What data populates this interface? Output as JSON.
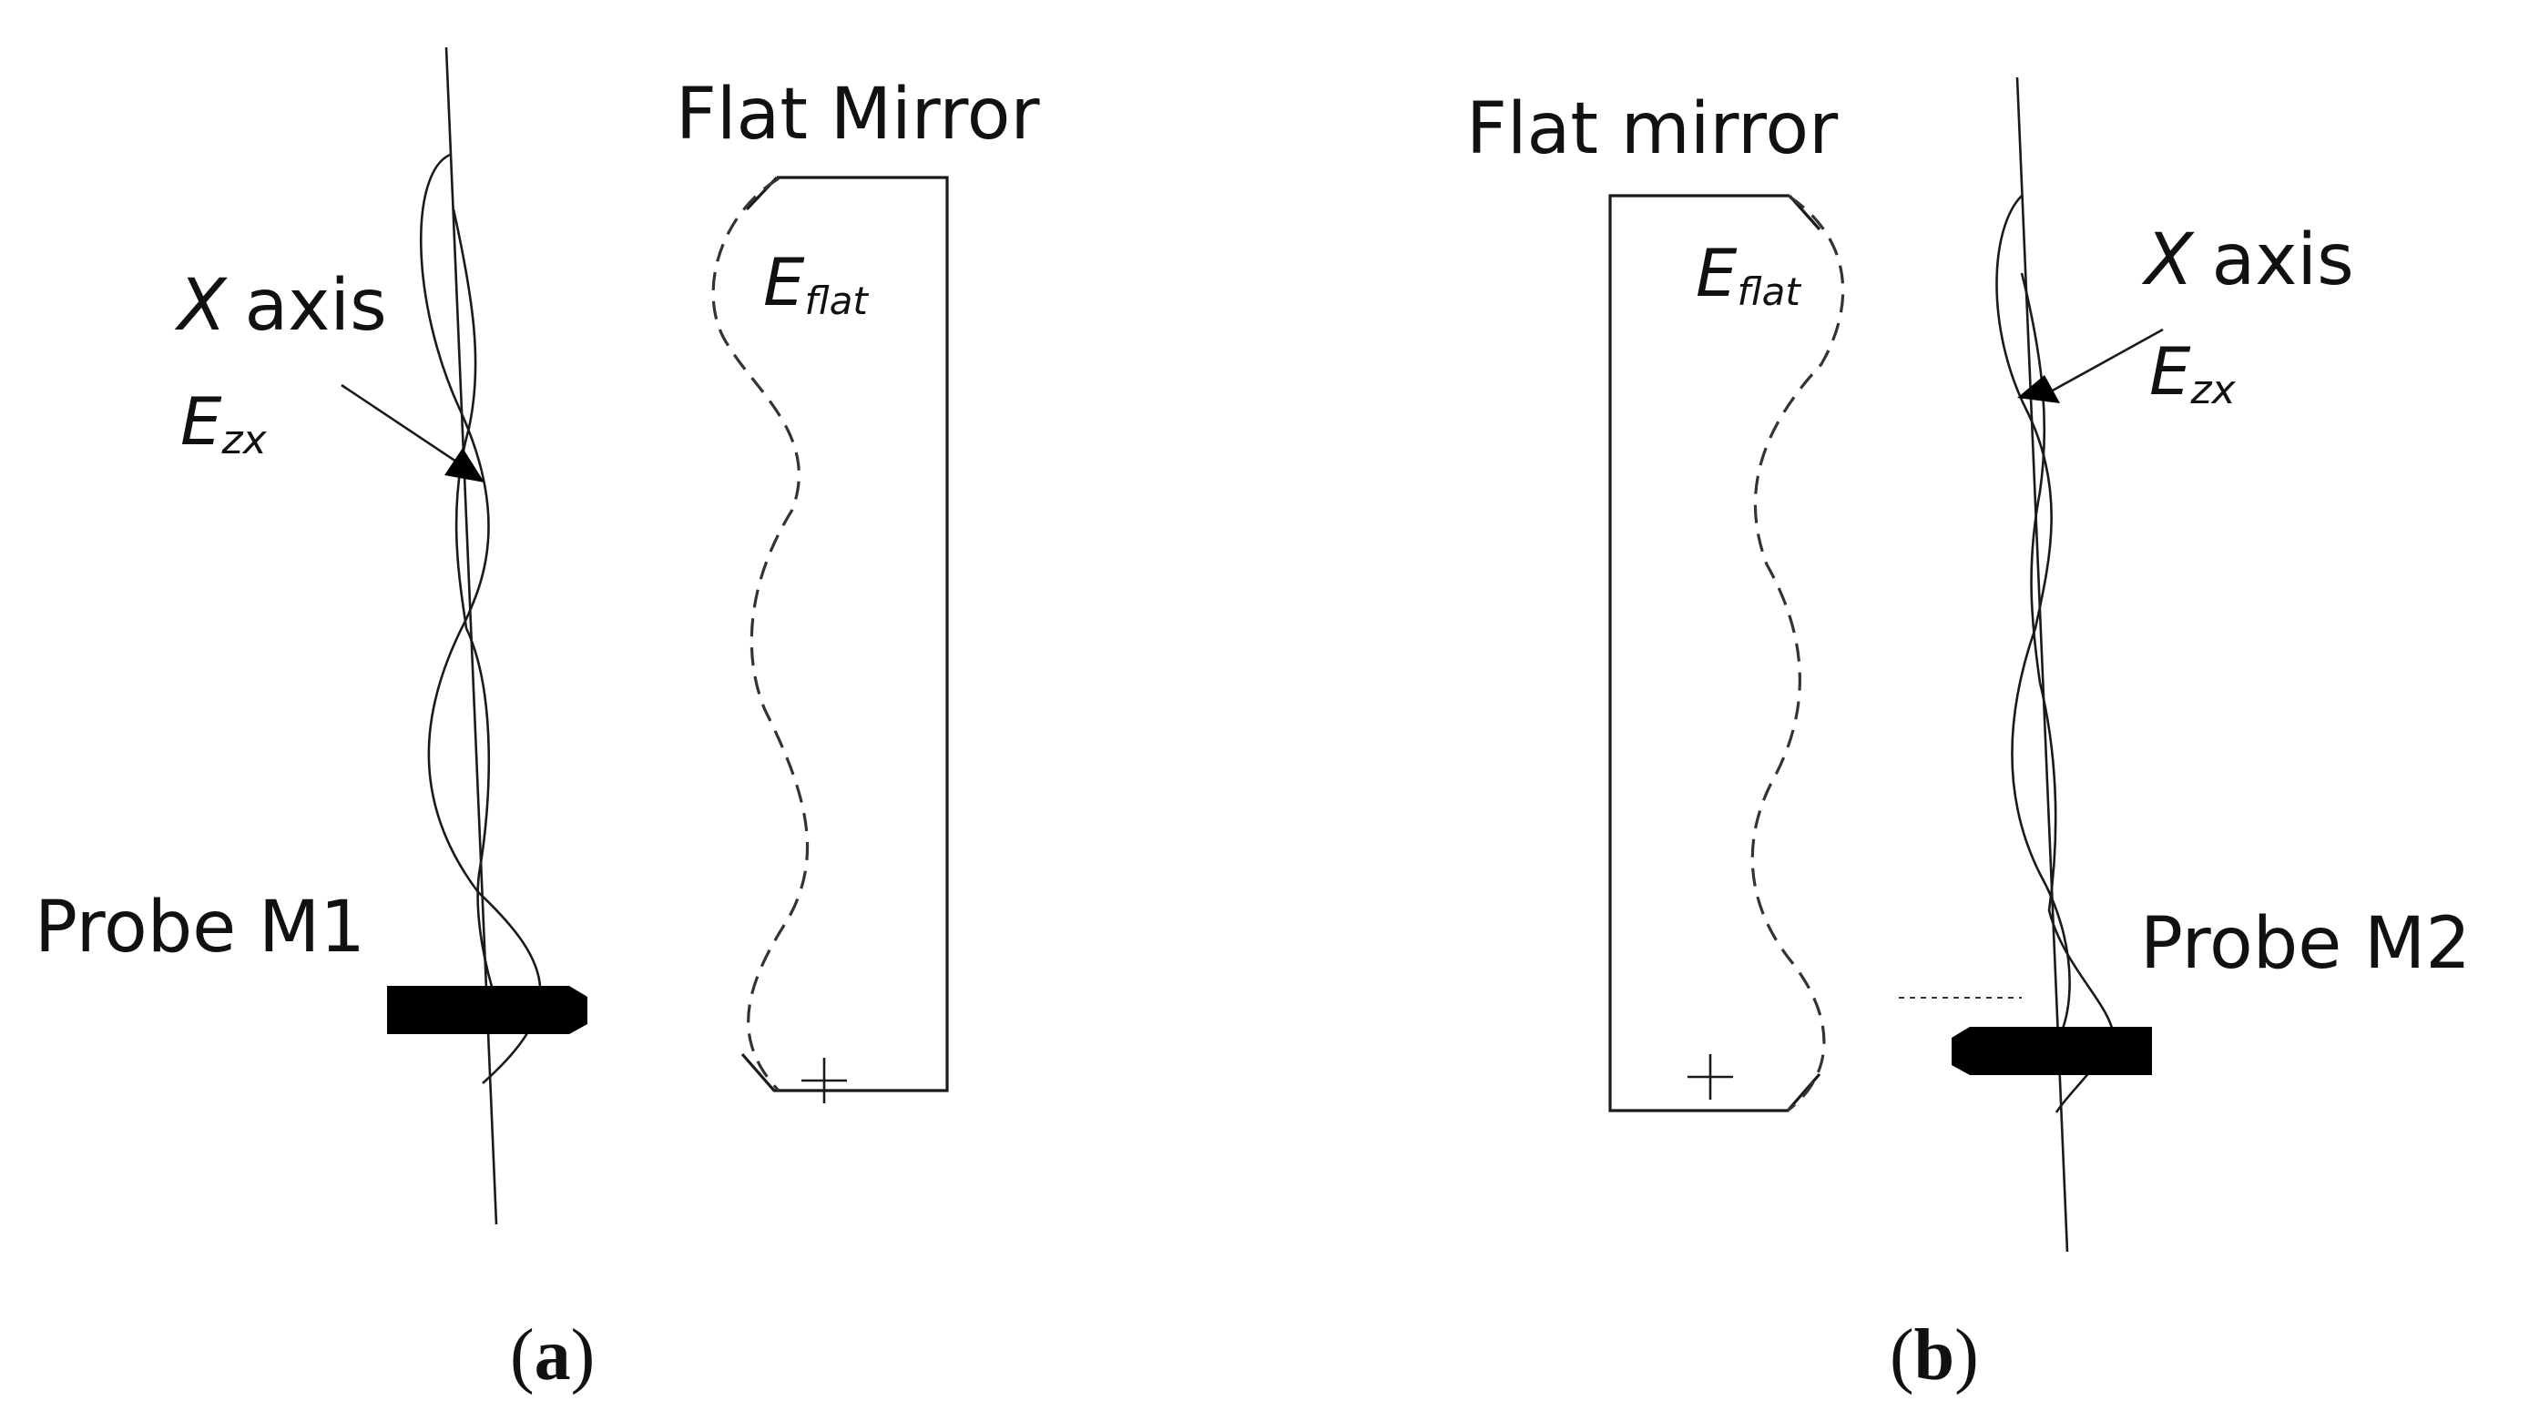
{
  "panel_a": {
    "mirror_title": "Flat Mirror",
    "axis_label": "X",
    "axis_suffix": "axis",
    "error_e": "E",
    "error_sub": "zx",
    "flat_e": "E",
    "flat_sub": "flat",
    "probe_label": "Probe M1",
    "caption_open": "(",
    "caption_letter": "a",
    "caption_close": ")"
  },
  "panel_b": {
    "mirror_title": "Flat mirror",
    "axis_label": "X",
    "axis_suffix": "axis",
    "error_e": "E",
    "error_sub": "zx",
    "flat_e": "E",
    "flat_sub": "flat",
    "probe_label": "Probe M2",
    "caption_open": "(",
    "caption_letter": "b",
    "caption_close": ")"
  },
  "colors": {
    "ink": "#111111",
    "background": "#ffffff"
  }
}
